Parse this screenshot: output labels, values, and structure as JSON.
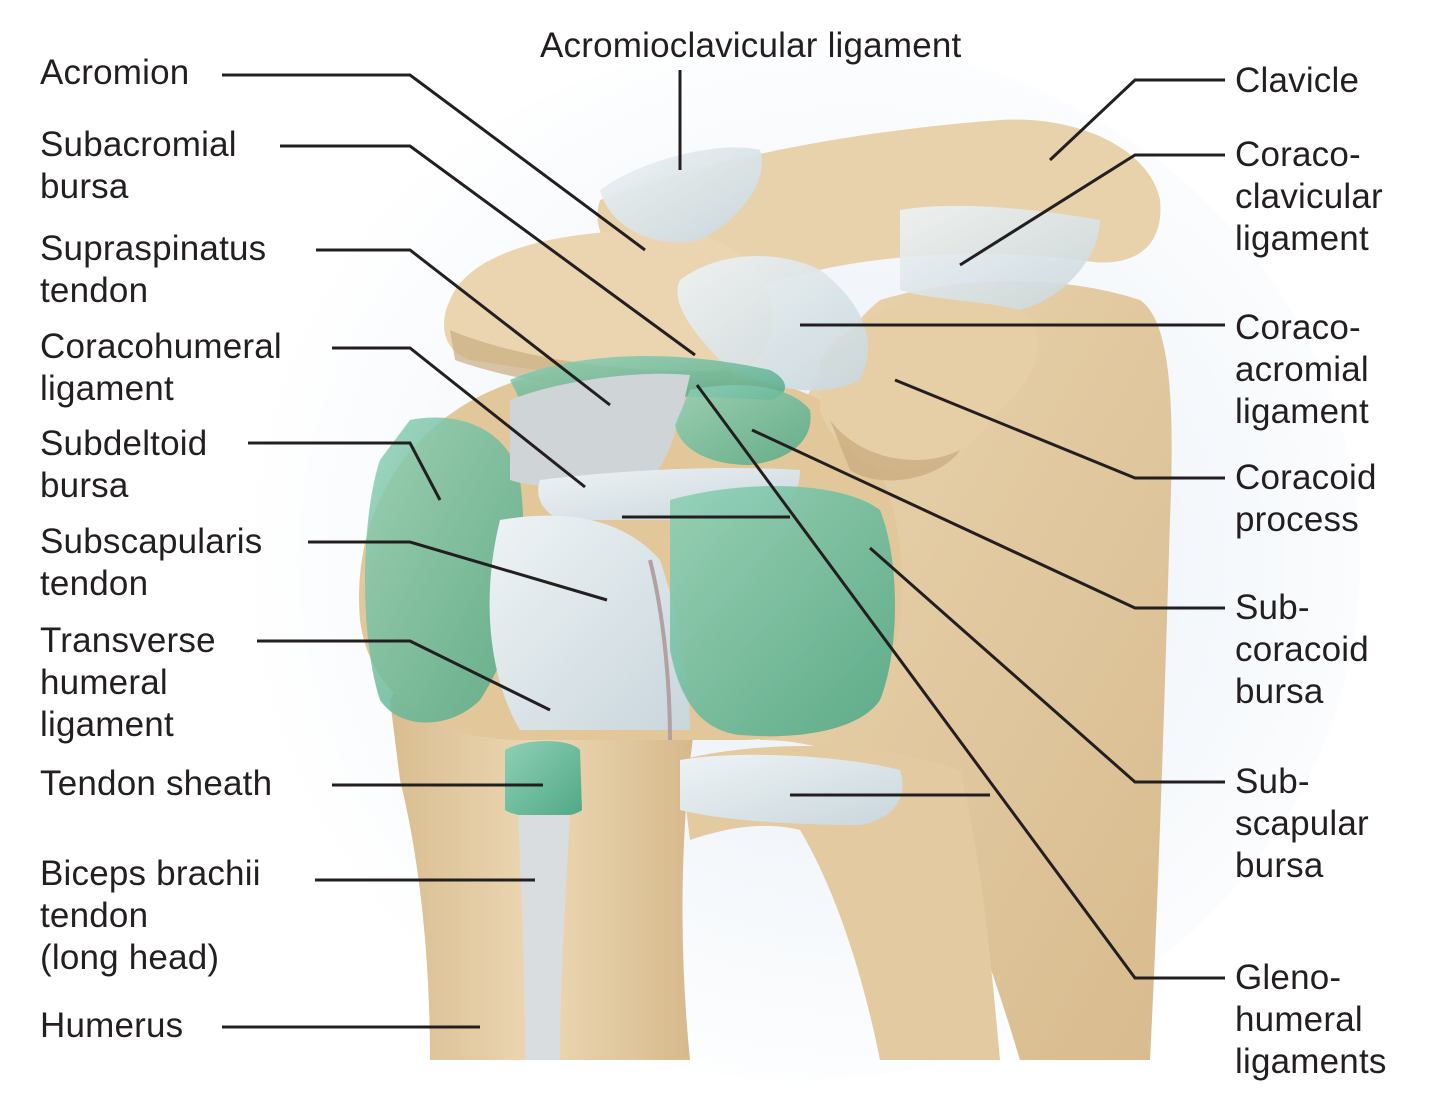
{
  "labels": {
    "acromion": "Acromion",
    "subacromial_bursa": [
      "Subacromial",
      "bursa"
    ],
    "supraspinatus_tendon": [
      "Supraspinatus",
      "tendon"
    ],
    "coracohumeral_ligament": [
      "Coracohumeral",
      "ligament"
    ],
    "subdeltoid_bursa": [
      "Subdeltoid",
      "bursa"
    ],
    "subscapularis_tendon": [
      "Subscapularis",
      "tendon"
    ],
    "transverse_humeral_ligament": [
      "Transverse",
      "humeral",
      "ligament"
    ],
    "tendon_sheath": "Tendon sheath",
    "biceps_brachii_tendon": [
      "Biceps brachii",
      "tendon",
      "(long head)"
    ],
    "humerus": "Humerus",
    "acromioclavicular_ligament": "Acromioclavicular ligament",
    "clavicle": "Clavicle",
    "coracoclavicular_ligament": [
      "Coraco-",
      "clavicular",
      "ligament"
    ],
    "coracoacromial_ligament": [
      "Coraco-",
      "acromial",
      "ligament"
    ],
    "coracoid_process": [
      "Coracoid",
      "process"
    ],
    "subcoracoid_bursa": [
      "Sub-",
      "coracoid",
      "bursa"
    ],
    "subscapular_bursa": [
      "Sub-",
      "scapular",
      "bursa"
    ],
    "glenohumeral_ligaments": [
      "Gleno-",
      "humeral",
      "ligaments"
    ]
  },
  "colors": {
    "bone": "#e8d2ab",
    "bone_shadow": "#c9ac80",
    "ligament": "#dde6ea",
    "bursa": "#6fbfa0",
    "tendon": "#c8cccd",
    "leader": "#231f20",
    "text": "#231f20"
  }
}
